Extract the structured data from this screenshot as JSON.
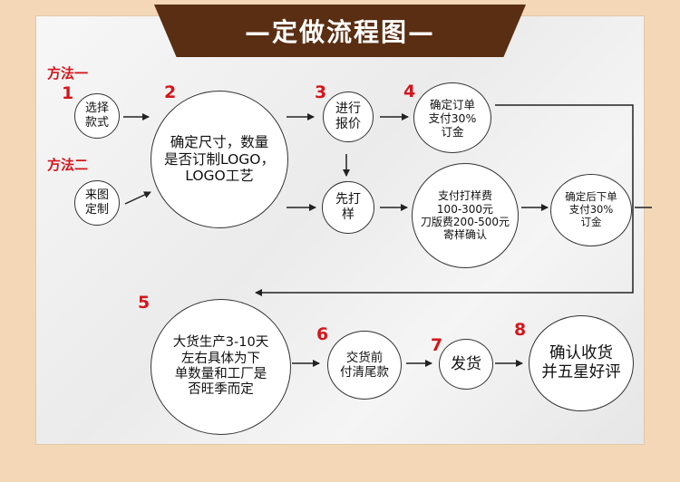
{
  "title": "—定做流程图—",
  "methods": [
    "方法一",
    "方法二"
  ],
  "numbers": [
    "1",
    "2",
    "3",
    "4",
    "5",
    "6",
    "7",
    "8"
  ],
  "nodes": {
    "select": [
      "选择",
      "款式"
    ],
    "custom": [
      "来图",
      "定制"
    ],
    "confirm_size": [
      "确定尺寸，数量",
      "是否订制LOGO，",
      "LOGO工艺"
    ],
    "quote": [
      "进行",
      "报价"
    ],
    "sample": [
      "先打",
      "样"
    ],
    "order": [
      "确定订单",
      "支付30%",
      "订金"
    ],
    "sample_fee": [
      "支付打样费",
      "100-300元",
      "刀版费200-500元",
      "寄样确认"
    ],
    "confirm_after": [
      "确定后下单",
      "支付30%",
      "订金"
    ],
    "production": [
      "大货生产3-10天",
      "左右具体为下",
      "单数量和工厂是",
      "否旺季而定"
    ],
    "balance": [
      "交货前",
      "付清尾款"
    ],
    "ship": [
      "发货"
    ],
    "review": [
      "确认收货",
      "并五星好评"
    ]
  },
  "colors": {
    "accent": "#d4161c",
    "banner": "#5a2e12",
    "line": "#222222"
  }
}
